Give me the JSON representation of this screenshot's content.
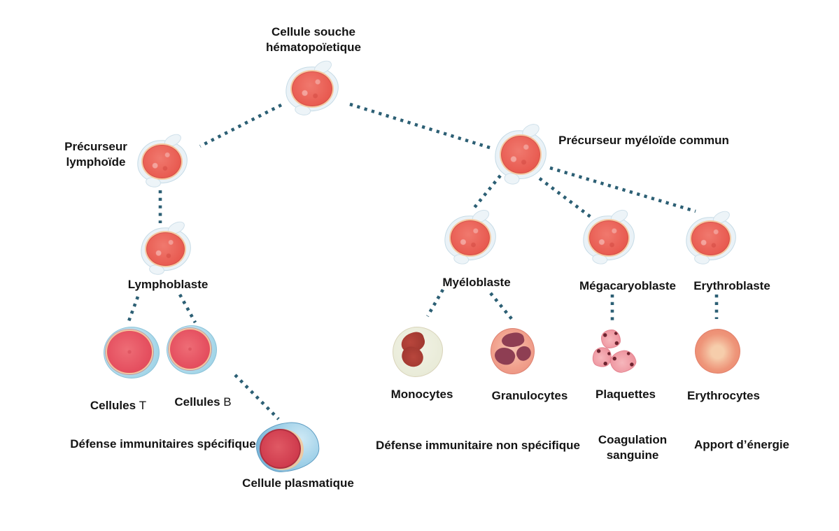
{
  "colors": {
    "connector": "#2c5f74",
    "nucleus_red": "#e85a50",
    "cytoplasm_blue": "#eaf2f7",
    "text": "#141414",
    "background": "#ffffff"
  },
  "root": {
    "title_line1": "Cellule souche",
    "title_line2": "hématopoïetique"
  },
  "lymphoid": {
    "precursor_line1": "Précurseur",
    "precursor_line2": "lymphoïde",
    "lymphoblast": "Lymphoblaste",
    "t_cells_main": "Cellules",
    "t_cells_suffix": "T",
    "b_cells_main": "Cellules",
    "b_cells_suffix": "B",
    "plasma_cell": "Cellule plasmatique",
    "function_immune_specific": "Défense immunitaires spécifique"
  },
  "myeloid": {
    "precursor": "Précurseur myéloïde commun",
    "myeloblast": "Myéloblaste",
    "megakaryoblast": "Mégacaryoblaste",
    "erythroblast": "Erythroblaste",
    "monocytes": "Monocytes",
    "granulocytes": "Granulocytes",
    "platelets": "Plaquettes",
    "erythrocytes": "Erythrocytes",
    "function_immune_nonspecific": "Défense immunitaire non spécifique",
    "function_coagulation_line1": "Coagulation",
    "function_coagulation_line2": "sanguine",
    "function_energy": "Apport d’énergie"
  }
}
